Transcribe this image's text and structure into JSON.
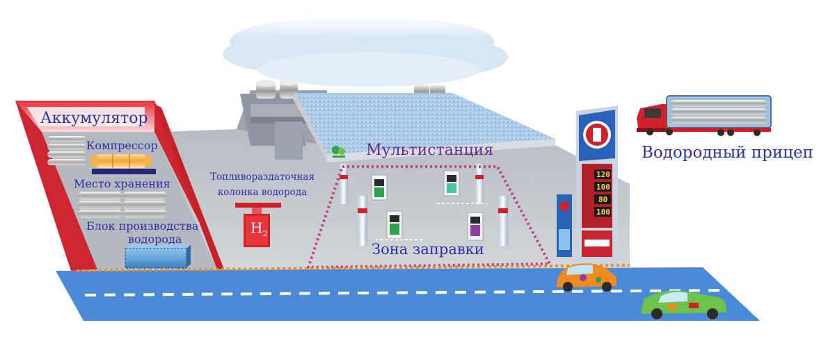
{
  "labels": {
    "accumulator": "Аккумулятор",
    "compressor": "Компрессор",
    "storage": "Место хранения",
    "production_line1": "Блок производства",
    "production_line2": "водорода",
    "dispenser_line1": "Топливораздаточная",
    "dispenser_line2": "колонка водорода",
    "multistation": "Мультистанция",
    "refuel_zone": "Зона заправки",
    "trailer": "Водородный прицеп"
  },
  "dispenser_symbol": "H",
  "dispenser_subscript": "2",
  "price_board": [
    "120",
    "100",
    "80",
    "100"
  ],
  "colors": {
    "label_blue": "#2d2fa8",
    "station_purple": "#6a2a8a",
    "accent_red": "#d0202a",
    "road_blue": "#4a8ad6",
    "boundary_orange": "#f08a1e",
    "zone_magenta": "#c0408a"
  }
}
